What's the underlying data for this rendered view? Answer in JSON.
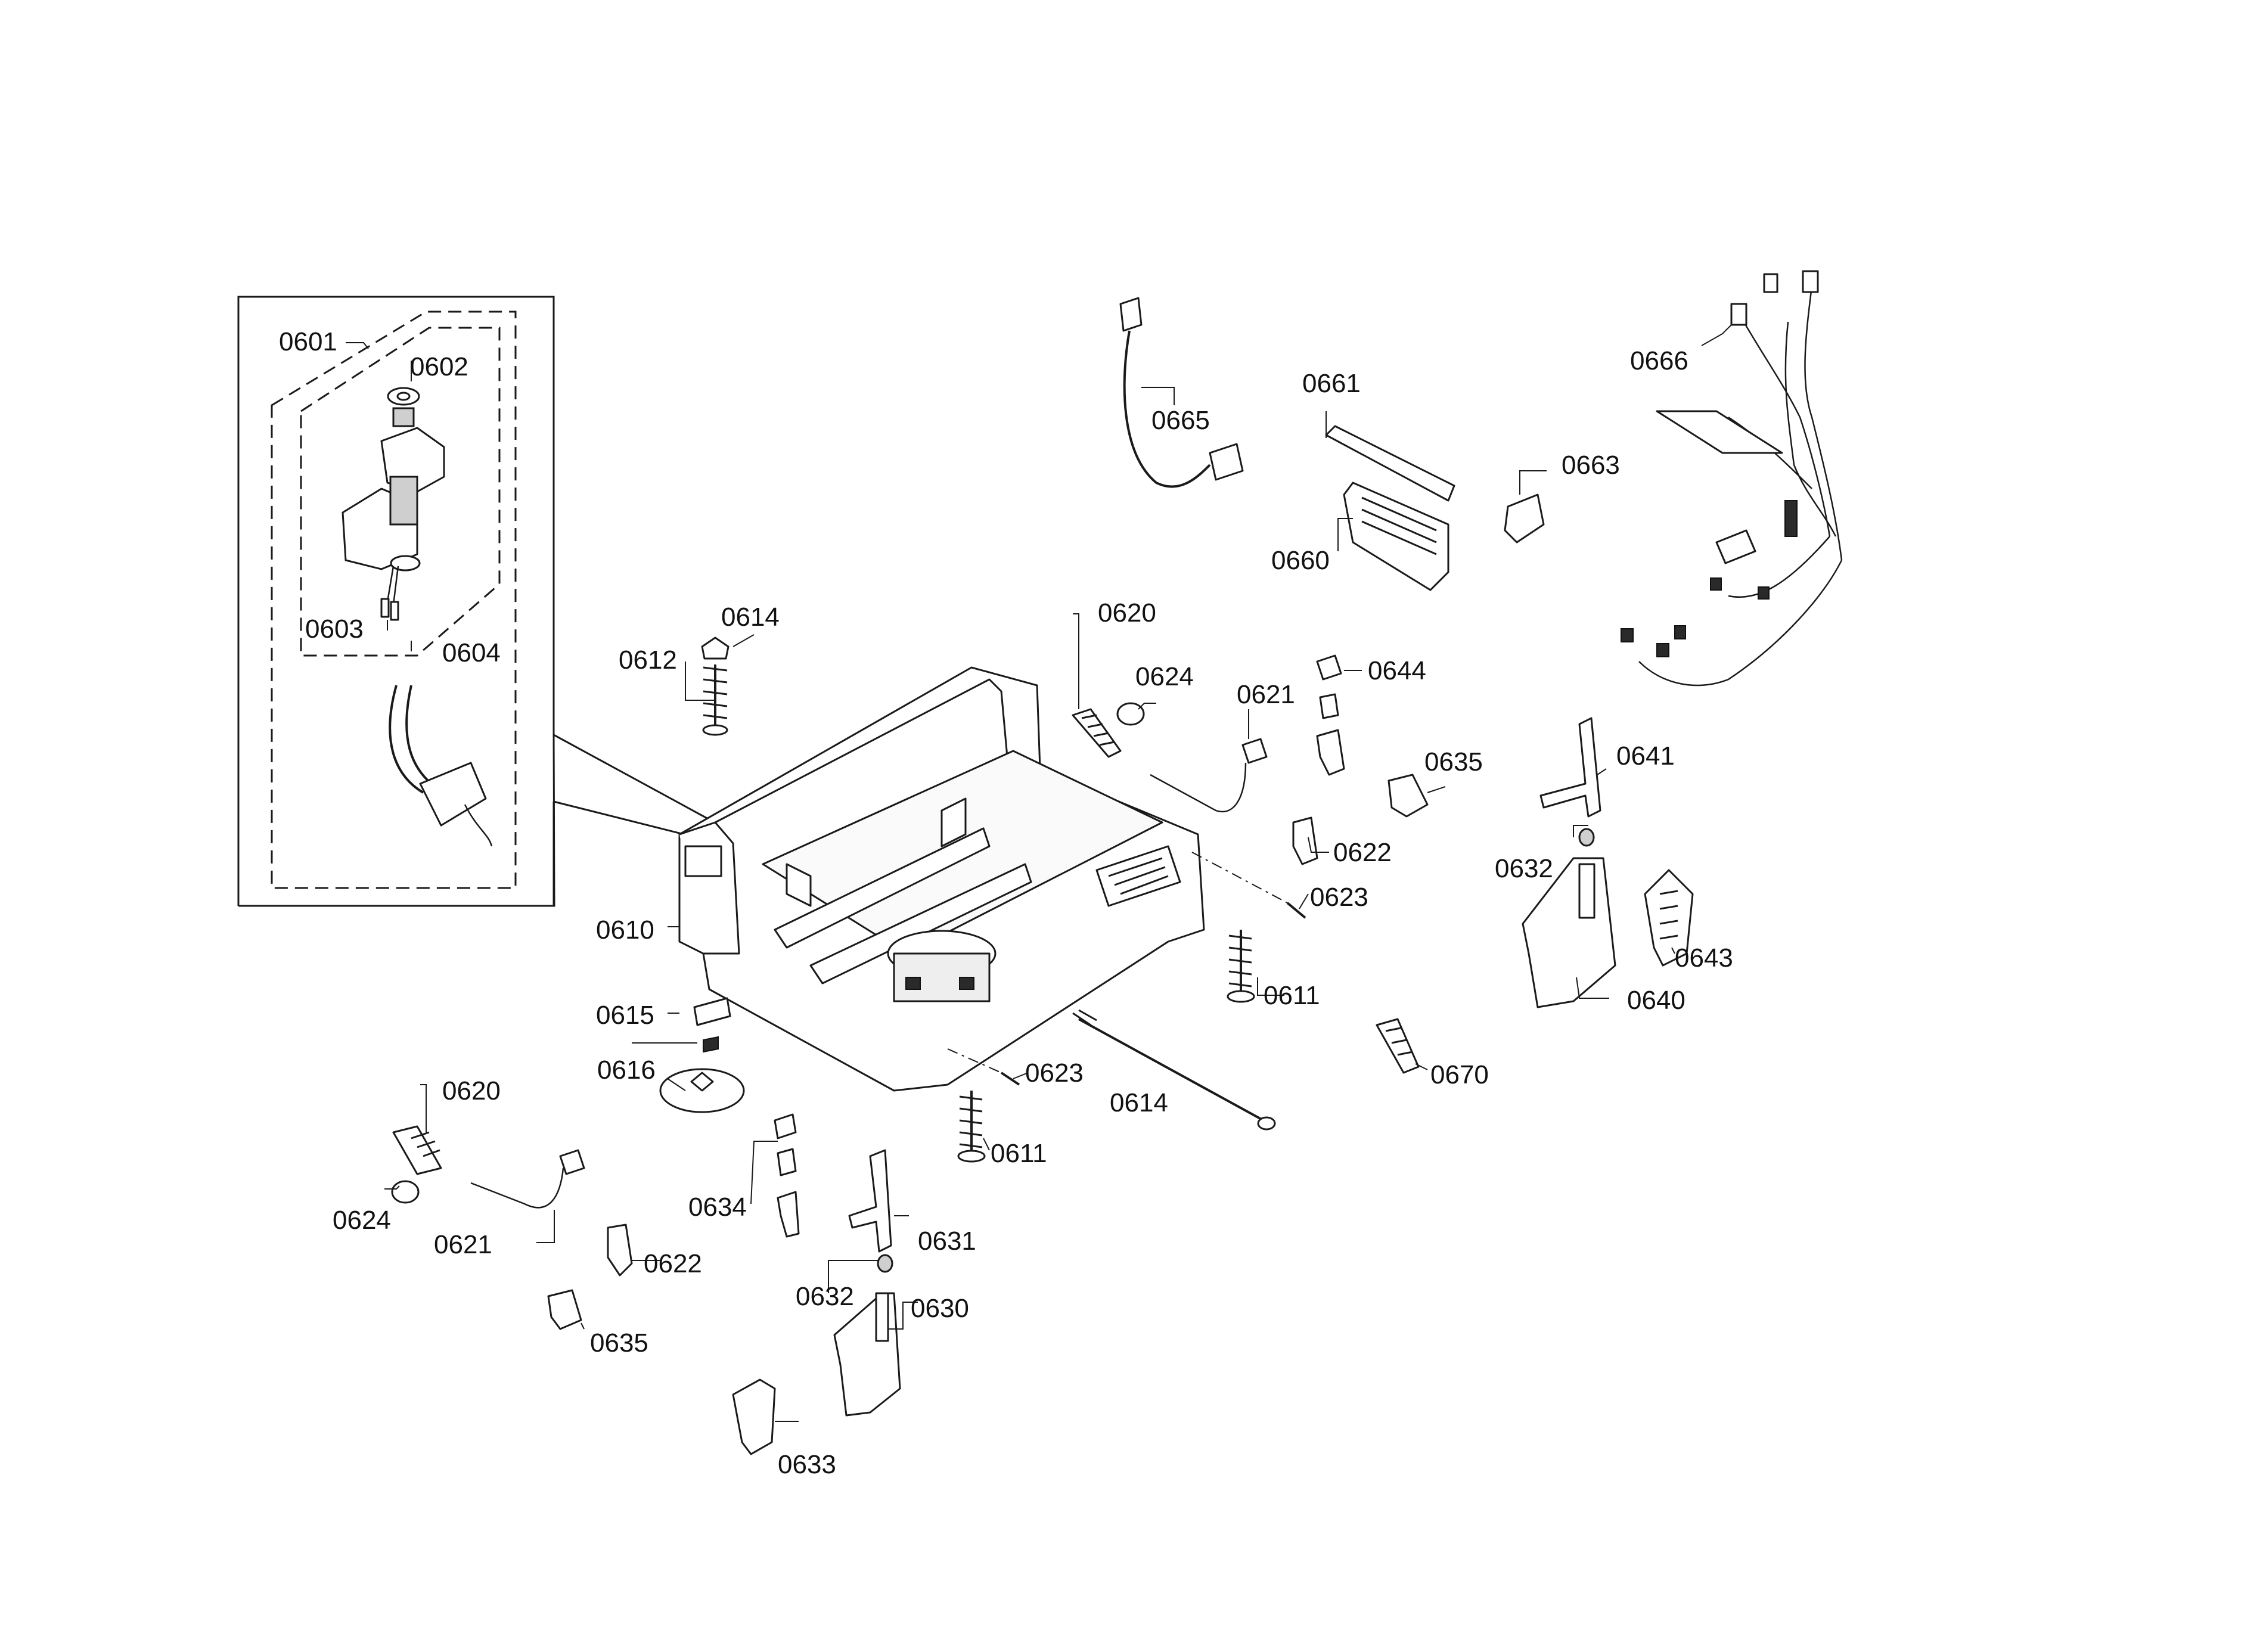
{
  "callouts": {
    "c0601": "0601",
    "c0602": "0602",
    "c0603": "0603",
    "c0604": "0604",
    "c0610": "0610",
    "c0611a": "0611",
    "c0611b": "0611",
    "c0612": "0612",
    "c0614a": "0614",
    "c0614b": "0614",
    "c0615": "0615",
    "c0616": "0616",
    "c0620a": "0620",
    "c0620b": "0620",
    "c0621a": "0621",
    "c0621b": "0621",
    "c0622a": "0622",
    "c0622b": "0622",
    "c0623a": "0623",
    "c0623b": "0623",
    "c0624a": "0624",
    "c0624b": "0624",
    "c0630": "0630",
    "c0631": "0631",
    "c0632a": "0632",
    "c0632b": "0632",
    "c0633": "0633",
    "c0634": "0634",
    "c0635a": "0635",
    "c0635b": "0635",
    "c0640": "0640",
    "c0641": "0641",
    "c0643": "0643",
    "c0644": "0644",
    "c0660": "0660",
    "c0661": "0661",
    "c0663": "0663",
    "c0665": "0665",
    "c0666": "0666",
    "c0670": "0670"
  }
}
